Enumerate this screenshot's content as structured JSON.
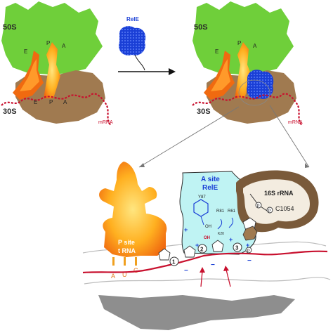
{
  "panels": {
    "ribosome_left": {
      "large_subunit": "50S",
      "small_subunit": "30S",
      "site_e_top": "E",
      "site_p_top": "P",
      "site_a_top": "A",
      "site_e_bottom": "E",
      "site_p_bottom": "P",
      "site_a_bottom": "A",
      "mrna": "mRNA"
    },
    "rele_free": {
      "label": "RelE"
    },
    "ribosome_right": {
      "large_subunit": "50S",
      "small_subunit": "30S",
      "site_e": "E",
      "site_p": "P",
      "site_a": "A",
      "mrna": "mRNA"
    },
    "detail": {
      "a_site_line1": "A site",
      "a_site_line2": "RelE",
      "p_site_line1": "P site",
      "p_site_line2": "t RNA",
      "rrna": "16S rRNA",
      "c1054": "C1054",
      "y87": "Y87",
      "r81": "R81",
      "r61": "R61",
      "oh": "OH",
      "k20": "K20",
      "oh_red": "OH",
      "codon_a": "A",
      "codon_u": "U",
      "codon_g": "G",
      "nuc_1": "1",
      "nuc_2": "2",
      "nuc_3": "3",
      "plus": "+",
      "minus": "−",
      "phosphate": "P"
    }
  },
  "colors": {
    "large_subunit": "#6fcf3a",
    "small_subunit": "#a07a50",
    "trna": "#f07b1e",
    "trna_glow": "#ffcc33",
    "rele": "#1a3fd6",
    "mrna": "#c8102e",
    "a_site_pocket": "#bff3f3",
    "rrna_body": "#7a5a3a"
  }
}
